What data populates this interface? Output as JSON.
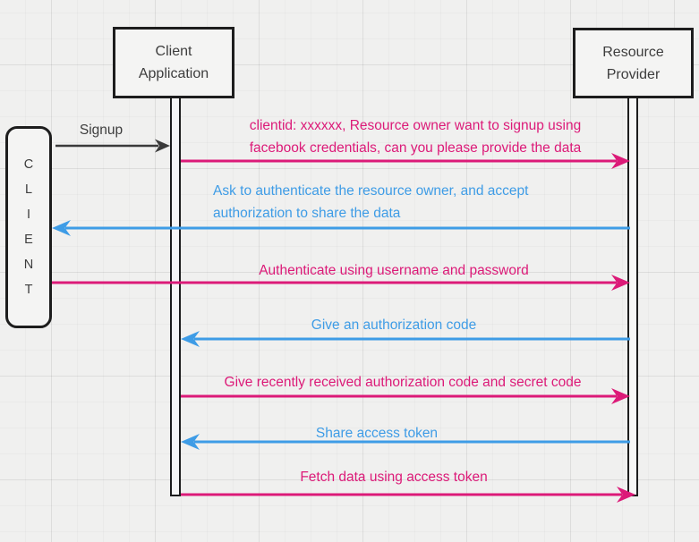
{
  "colors": {
    "pink": "#dc1a78",
    "blue": "#3e9ce6",
    "dark": "#3a3a3a",
    "box_border": "#1d1d1d"
  },
  "actors": [
    {
      "id": "client-application",
      "label": "Client\nApplication"
    },
    {
      "id": "resource-provider",
      "label": "Resource\nProvider"
    }
  ],
  "client_box": {
    "word": "CLIENT",
    "letters": [
      "C",
      "L",
      "I",
      "E",
      "N",
      "T"
    ]
  },
  "messages": [
    {
      "id": "signup",
      "from": "client",
      "to": "client-application",
      "direction": "right",
      "color": "dark",
      "text": "Signup"
    },
    {
      "id": "m1",
      "from": "client-application",
      "to": "resource-provider",
      "direction": "right",
      "color": "pink",
      "text": "clientid: xxxxxx, Resource owner want to signup using\nfacebook credentials, can you please provide the data"
    },
    {
      "id": "m2",
      "from": "resource-provider",
      "to": "client",
      "direction": "left",
      "color": "blue",
      "text": "Ask to authenticate the resource owner, and accept\nauthorization to share the data"
    },
    {
      "id": "m3",
      "from": "client",
      "to": "resource-provider",
      "direction": "right",
      "color": "pink",
      "text": "Authenticate using username and password"
    },
    {
      "id": "m4",
      "from": "resource-provider",
      "to": "client-application",
      "direction": "left",
      "color": "blue",
      "text": "Give an authorization code"
    },
    {
      "id": "m5",
      "from": "client-application",
      "to": "resource-provider",
      "direction": "right",
      "color": "pink",
      "text": "Give recently received authorization code and secret code"
    },
    {
      "id": "m6",
      "from": "resource-provider",
      "to": "client-application",
      "direction": "left",
      "color": "blue",
      "text": "Share access token"
    },
    {
      "id": "m7",
      "from": "client-application",
      "to": "resource-provider",
      "direction": "right",
      "color": "pink",
      "text": "Fetch data using access token"
    }
  ]
}
